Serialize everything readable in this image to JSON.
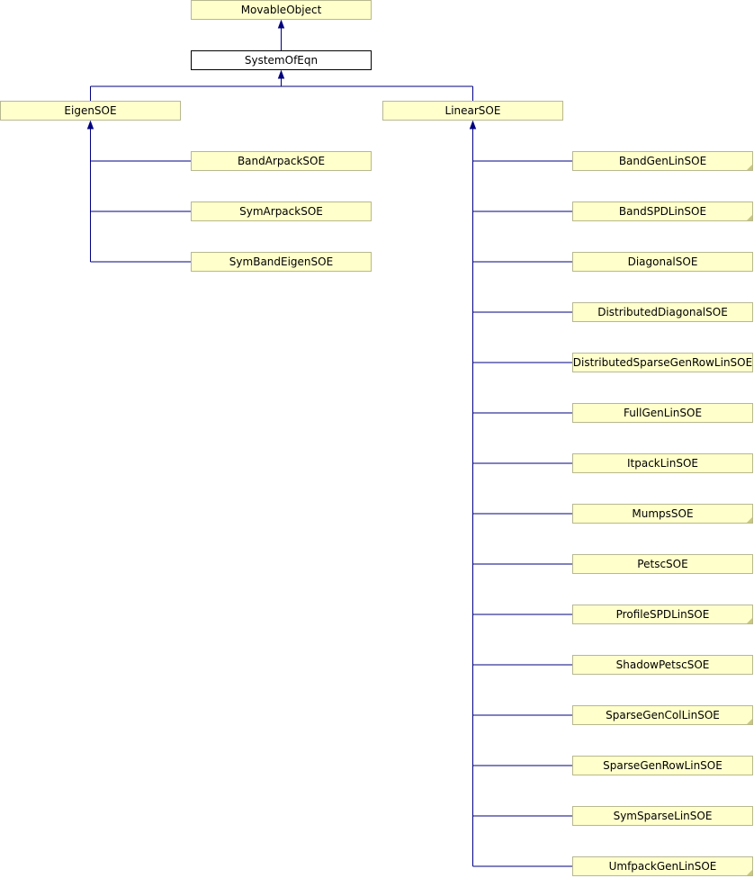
{
  "colors": {
    "node_fill": "#ffffcc",
    "node_border": "#b8b890",
    "root_fill": "#ffffff",
    "root_border": "#000000",
    "edge": "#000080",
    "text": "#000000",
    "marker": "#c8c880"
  },
  "nodes": [
    {
      "id": "movableobject",
      "label": "MovableObject",
      "style": "plain",
      "marker": false
    },
    {
      "id": "systemofeqn",
      "label": "SystemOfEqn",
      "style": "root",
      "marker": false
    },
    {
      "id": "eigensoe",
      "label": "EigenSOE",
      "style": "plain",
      "marker": false
    },
    {
      "id": "linearsoe",
      "label": "LinearSOE",
      "style": "plain",
      "marker": false
    },
    {
      "id": "bandarpacksoe",
      "label": "BandArpackSOE",
      "style": "plain",
      "marker": false
    },
    {
      "id": "symarpacksoe",
      "label": "SymArpackSOE",
      "style": "plain",
      "marker": false
    },
    {
      "id": "symbandeigensoe",
      "label": "SymBandEigenSOE",
      "style": "plain",
      "marker": false
    },
    {
      "id": "bandgenlinsoe",
      "label": "BandGenLinSOE",
      "style": "plain",
      "marker": true
    },
    {
      "id": "bandspdlinsoe",
      "label": "BandSPDLinSOE",
      "style": "plain",
      "marker": true
    },
    {
      "id": "diagonalsoe",
      "label": "DiagonalSOE",
      "style": "plain",
      "marker": false
    },
    {
      "id": "distributeddiagonalsoe",
      "label": "DistributedDiagonalSOE",
      "style": "plain",
      "marker": false
    },
    {
      "id": "distributedsparsegenrowlinsoe",
      "label": "DistributedSparseGenRowLinSOE",
      "style": "plain",
      "marker": false
    },
    {
      "id": "fullgenlinsoe",
      "label": "FullGenLinSOE",
      "style": "plain",
      "marker": false
    },
    {
      "id": "itpacklinsoe",
      "label": "ItpackLinSOE",
      "style": "plain",
      "marker": false
    },
    {
      "id": "mumpssoe",
      "label": "MumpsSOE",
      "style": "plain",
      "marker": true
    },
    {
      "id": "petscsoe",
      "label": "PetscSOE",
      "style": "plain",
      "marker": false
    },
    {
      "id": "profilespdlinsoe",
      "label": "ProfileSPDLinSOE",
      "style": "plain",
      "marker": true
    },
    {
      "id": "shadowpetscsoe",
      "label": "ShadowPetscSOE",
      "style": "plain",
      "marker": false
    },
    {
      "id": "sparsegencollinsoe",
      "label": "SparseGenColLinSOE",
      "style": "plain",
      "marker": true
    },
    {
      "id": "sparsegenrowlinsoe",
      "label": "SparseGenRowLinSOE",
      "style": "plain",
      "marker": false
    },
    {
      "id": "symsparselinsoe",
      "label": "SymSparseLinSOE",
      "style": "plain",
      "marker": false
    },
    {
      "id": "umfpackgenlinsoe",
      "label": "UmfpackGenLinSOE",
      "style": "plain",
      "marker": true
    }
  ],
  "edges": [
    {
      "from": "systemofeqn",
      "to": "movableobject"
    },
    {
      "from": "eigensoe",
      "to": "systemofeqn"
    },
    {
      "from": "linearsoe",
      "to": "systemofeqn"
    },
    {
      "from": "bandarpacksoe",
      "to": "eigensoe"
    },
    {
      "from": "symarpacksoe",
      "to": "eigensoe"
    },
    {
      "from": "symbandeigensoe",
      "to": "eigensoe"
    },
    {
      "from": "bandgenlinsoe",
      "to": "linearsoe"
    },
    {
      "from": "bandspdlinsoe",
      "to": "linearsoe"
    },
    {
      "from": "diagonalsoe",
      "to": "linearsoe"
    },
    {
      "from": "distributeddiagonalsoe",
      "to": "linearsoe"
    },
    {
      "from": "distributedsparsegenrowlinsoe",
      "to": "linearsoe"
    },
    {
      "from": "fullgenlinsoe",
      "to": "linearsoe"
    },
    {
      "from": "itpacklinsoe",
      "to": "linearsoe"
    },
    {
      "from": "mumpssoe",
      "to": "linearsoe"
    },
    {
      "from": "petscsoe",
      "to": "linearsoe"
    },
    {
      "from": "profilespdlinsoe",
      "to": "linearsoe"
    },
    {
      "from": "shadowpetscsoe",
      "to": "linearsoe"
    },
    {
      "from": "sparsegencollinsoe",
      "to": "linearsoe"
    },
    {
      "from": "sparsegenrowlinsoe",
      "to": "linearsoe"
    },
    {
      "from": "symsparselinsoe",
      "to": "linearsoe"
    },
    {
      "from": "umfpackgenlinsoe",
      "to": "linearsoe"
    }
  ]
}
